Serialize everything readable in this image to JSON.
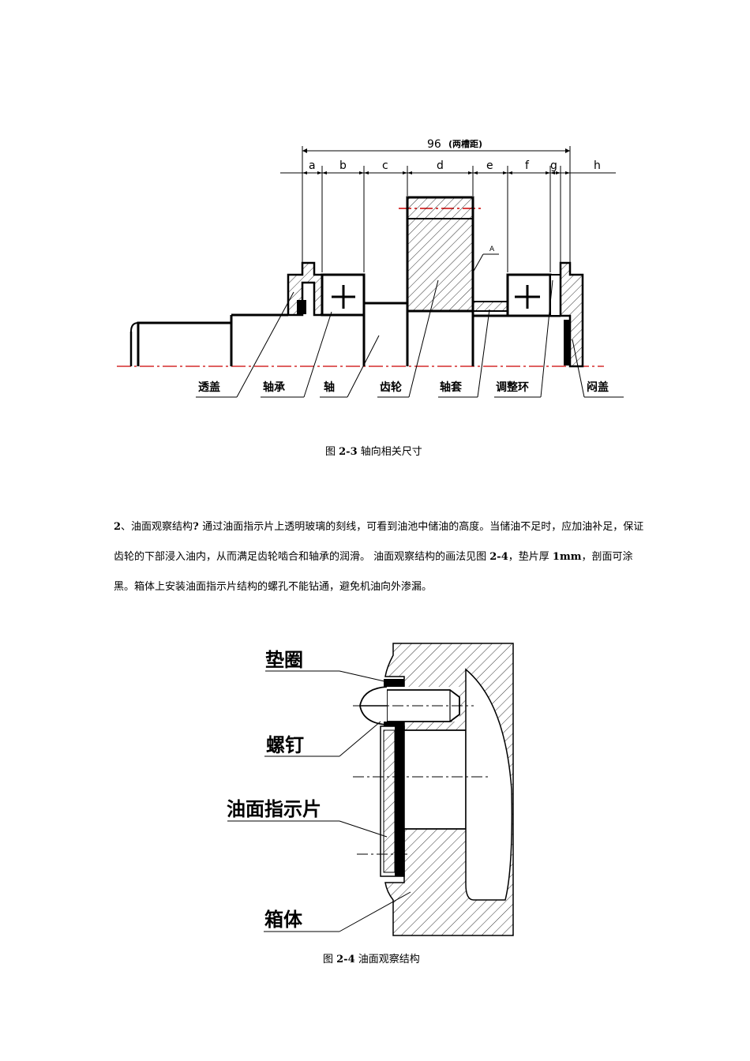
{
  "figure1": {
    "dimension_total": "96",
    "dimension_note": "(两槽距)",
    "segment_letters": [
      "a",
      "b",
      "c",
      "d",
      "e",
      "f",
      "g",
      "h"
    ],
    "marker_a": "A",
    "labels": [
      "透盖",
      "轴承",
      "轴",
      "齿轮",
      "轴套",
      "调整环",
      "闷盖"
    ],
    "caption_prefix": "图 ",
    "caption_number": "2-3",
    "caption_text": " 轴向相关尺寸"
  },
  "paragraph": {
    "p1": "2",
    "p2": "、油面观察结构",
    "p3": "? ",
    "p4": "通过油面指示片上透明玻璃的刻线，可看到油池中储油的高度。当储油不足时，应加油补足，保证齿轮的下部浸入油内，从而满足齿轮啮合和轴承的润滑。 油面观察结构的画法见图 ",
    "p5": "2-4",
    "p6": "，垫片厚 ",
    "p7": "1mm",
    "p8": "，剖面可涂黑。箱体上安装油面指示片结构的螺孔不能钻通，避免机油向外渗漏。"
  },
  "figure2": {
    "labels": [
      "垫圈",
      "螺钉",
      "油面指示片",
      "箱体"
    ],
    "caption_prefix": "图 ",
    "caption_number": "2-4",
    "caption_text": " 油面观察结构"
  }
}
